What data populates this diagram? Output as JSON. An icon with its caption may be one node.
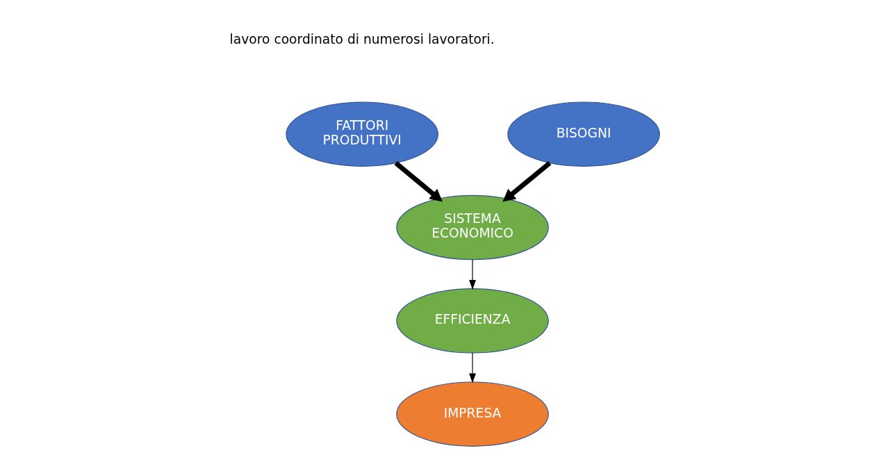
{
  "diagram": {
    "nodes": [
      {
        "text": [
          "FATTORI PRODUTTIVI"
        ]
      },
      {
        "text": [
          "BISOGNI"
        ]
      },
      {
        "text": [
          "SISTEMA ECONOMICO"
        ]
      },
      {
        "text": [
          "EFFICIENZA"
        ]
      },
      {
        "text": [
          "IMPRESA"
        ]
      }
    ],
    "edges": [
      {
        "from": 0,
        "to": 2,
        "arrow": "to",
        "style": "thick"
      },
      {
        "from": 1,
        "to": 2,
        "arrow": "to",
        "style": "thick"
      },
      {
        "from": 2,
        "to": 3,
        "arrow": "to"
      },
      {
        "from": 3,
        "to": 4,
        "arrow": "to"
      }
    ],
    "labels": [
      "lavoro coordinato di numerosi lavoratori."
    ]
  }
}
